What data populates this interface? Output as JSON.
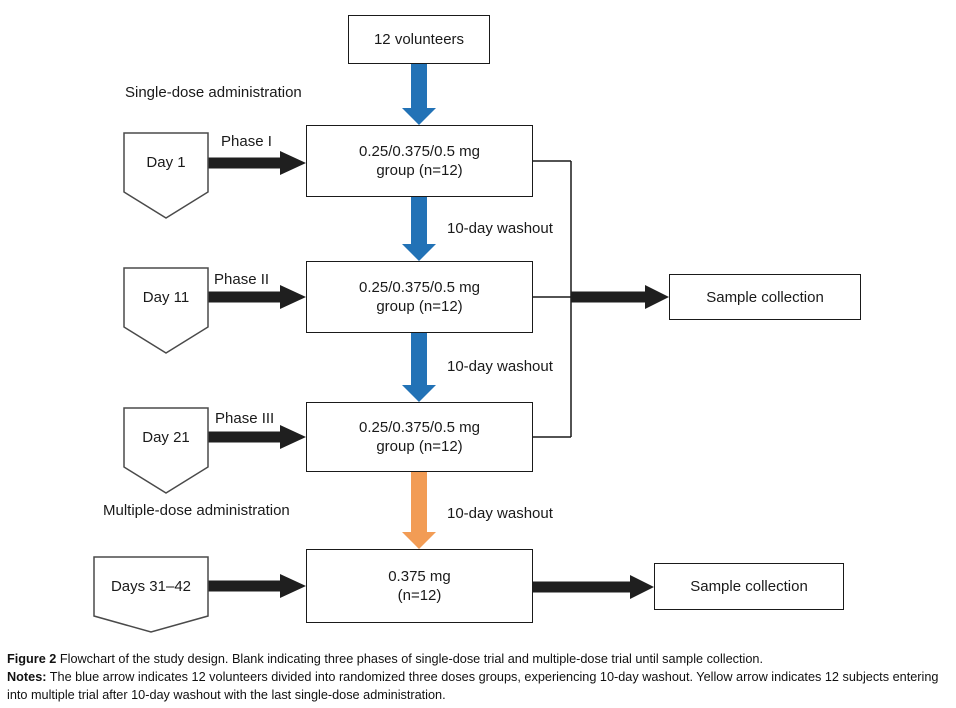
{
  "colors": {
    "blue_arrow": "#2272B6",
    "yellow_arrow": "#F29C55",
    "black_arrow": "#1F1F1F",
    "line_color": "#1A1A1A"
  },
  "diagram": {
    "volunteers_box": "12 volunteers",
    "section_labels": {
      "single_dose": "Single-dose administration",
      "multiple_dose": "Multiple-dose administration"
    },
    "phase_labels": [
      "Phase I",
      "Phase II",
      "Phase III"
    ],
    "day_tags": [
      "Day 1",
      "Day 11",
      "Day 21",
      "Days 31–42"
    ],
    "dose_box": {
      "line1": "0.25/0.375/0.5 mg",
      "line2": "group (n=12)"
    },
    "multi_dose_box": {
      "line1": "0.375 mg",
      "line2": "(n=12)"
    },
    "washout_label": "10-day washout",
    "sample_collection": "Sample collection"
  },
  "caption": {
    "figure_label": "Figure 2",
    "figure_text": " Flowchart of the study design. Blank indicating three phases of single-dose trial and multiple-dose trial until sample collection.",
    "notes_label": "Notes:",
    "notes_text": " The blue arrow indicates 12 volunteers divided into randomized three doses groups, experiencing 10-day washout. Yellow arrow indicates 12 subjects entering into multiple trial after 10-day washout with the last single-dose administration."
  }
}
